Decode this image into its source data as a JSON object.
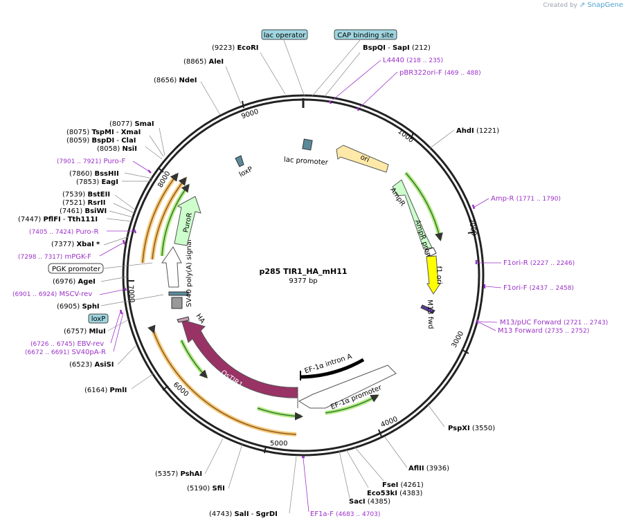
{
  "credit": {
    "prefix": "Created by",
    "brand": "SnapGene"
  },
  "plasmid": {
    "name": "p285 TIR1_HA_mH11",
    "length": "9377 bp"
  },
  "ticks": [
    "1000",
    "2000",
    "3000",
    "4000",
    "5000",
    "6000",
    "7000",
    "8000",
    "9000"
  ],
  "enzymes": [
    {
      "pos": "(9223)",
      "name": "EcoRI"
    },
    {
      "pos": "(8865)",
      "name": "AleI"
    },
    {
      "pos": "(8656)",
      "name": "NdeI"
    },
    {
      "pos": "(8077)",
      "name": "SmaI"
    },
    {
      "pos": "(8075)",
      "name": "TspMI",
      "name2": "XmaI"
    },
    {
      "pos": "(8059)",
      "name": "BspDI",
      "name2": "ClaI"
    },
    {
      "pos": "(8058)",
      "name": "NsiI"
    },
    {
      "pos": "(7860)",
      "name": "BssHII"
    },
    {
      "pos": "(7853)",
      "name": "EagI"
    },
    {
      "pos": "(7539)",
      "name": "BstEII"
    },
    {
      "pos": "(7521)",
      "name": "RsrII"
    },
    {
      "pos": "(7461)",
      "name": "BsiWI"
    },
    {
      "pos": "(7447)",
      "name": "PflFI",
      "name2": "Tth111I"
    },
    {
      "pos": "(7377)",
      "name": "XbaI",
      "mark": "*"
    },
    {
      "pos": "(6976)",
      "name": "AgeI"
    },
    {
      "pos": "(6905)",
      "name": "SphI"
    },
    {
      "pos": "(6757)",
      "name": "MluI"
    },
    {
      "pos": "(6523)",
      "name": "AsiSI"
    },
    {
      "pos": "(6164)",
      "name": "PmlI"
    },
    {
      "pos": "(5357)",
      "name": "PshAI"
    },
    {
      "pos": "(5190)",
      "name": "SfiI"
    },
    {
      "pos": "(4743)",
      "name": "SalI",
      "name2": "SgrDI"
    },
    {
      "name": "SacI",
      "pos": "(4385)"
    },
    {
      "name": "Eco53kI",
      "pos": "(4383)"
    },
    {
      "name": "FseI",
      "pos": "(4261)"
    },
    {
      "name": "AflII",
      "pos": "(3936)"
    },
    {
      "name": "PspXI",
      "pos": "(3550)"
    },
    {
      "name": "AhdI",
      "pos": "(1221)"
    },
    {
      "name": "BspQI",
      "name2": "SapI",
      "pos": "(212)"
    }
  ],
  "primers": [
    {
      "name": "L4440",
      "range": "(218 .. 235)"
    },
    {
      "name": "pBR322ori-F",
      "range": "(469 .. 488)"
    },
    {
      "name": "Amp-R",
      "range": "(1771 .. 1790)"
    },
    {
      "name": "F1ori-R",
      "range": "(2227 .. 2246)"
    },
    {
      "name": "F1ori-F",
      "range": "(2437 .. 2458)"
    },
    {
      "name": "M13/pUC Forward",
      "range": "(2721 .. 2743)"
    },
    {
      "name": "M13 Forward",
      "range": "(2735 .. 2752)"
    },
    {
      "name": "EF1a-F",
      "range": "(4683 .. 4703)"
    },
    {
      "name": "SV40pA-R",
      "range": "(6672 .. 6691)"
    },
    {
      "name": "EBV-rev",
      "range": "(6726 .. 6745)"
    },
    {
      "name": "MSCV-rev",
      "range": "(6901 .. 6924)"
    },
    {
      "name": "mPGK-F",
      "range": "(7298 .. 7317)"
    },
    {
      "name": "Puro-R",
      "range": "(7405 .. 7424)"
    },
    {
      "name": "Puro-F",
      "range": "(7901 .. 7921)"
    }
  ],
  "boxed_labels": {
    "lac_operator": "lac operator",
    "cap_binding_site": "CAP binding site",
    "pgk_promoter": "PGK promoter",
    "loxp": "loxP"
  },
  "features": {
    "ori": "ori",
    "ampr": "AmpR",
    "ampr_promoter": "AmpR promoter",
    "f1_ori": "f1 ori",
    "m13_fwd": "M13 fwd",
    "ef1a_intron": "EF-1α intron A",
    "ef1a_promoter": "EF-1α promoter",
    "ostir1": "OsTIR1",
    "ha": "HA",
    "sv40_polya": "SV40 poly(A) signal",
    "puror": "PuroR",
    "loxp": "loxP",
    "lac_promoter": "lac promoter"
  },
  "colors": {
    "primer": "#9b30c8",
    "ori": "#ffe9a8",
    "ampr": "#ccffcc",
    "f1": "#ffff00",
    "ostir1": "#993366",
    "loxp_box": "#9fd6e0",
    "orf_glow": "#f5c87a",
    "green_glow": "#b8e986"
  }
}
